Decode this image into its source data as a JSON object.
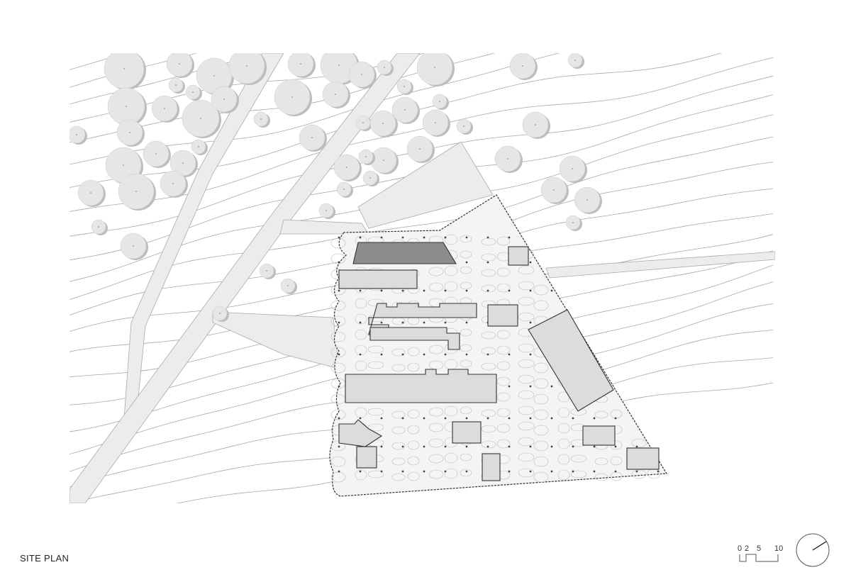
{
  "drawing": {
    "title": "SITE PLAN",
    "scale_bar": {
      "labels": [
        "0",
        "2",
        "5",
        "10"
      ],
      "unit_values": [
        0,
        2,
        5,
        10
      ]
    },
    "north_arrow": "north-arrow-icon"
  },
  "colors": {
    "line": "#9a9a9a",
    "tree_fill": "#e6e6e6",
    "road_fill": "#ececec",
    "building_fill": "#dcdcdc",
    "dark_roof": "#8c8c8c"
  }
}
